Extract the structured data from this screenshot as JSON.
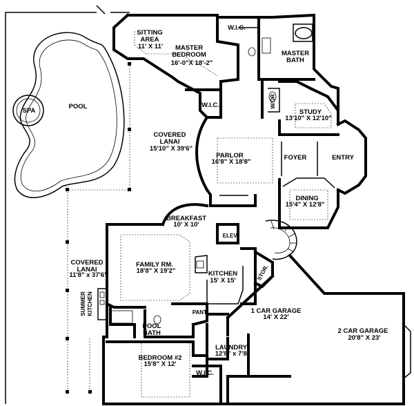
{
  "rooms": {
    "sitting_area": {
      "name": "SITTING\nAREA",
      "dims": "11' X 11'"
    },
    "master_bedroom": {
      "name": "MASTER\nBEDROOM",
      "dims": "16'-0\"X 18'-2\""
    },
    "wic_top": {
      "name": "W.I.C."
    },
    "master_bath": {
      "name": "MASTER\nBATH"
    },
    "wic_mid": {
      "name": "W.I.C."
    },
    "wdr": {
      "name": "W/DR"
    },
    "study": {
      "name": "STUDY",
      "dims": "13'10\" X 12'10\""
    },
    "pool": {
      "name": "POOL"
    },
    "spa": {
      "name": "SPA"
    },
    "covered_lanai_top": {
      "name": "COVERED\nLANAI",
      "dims": "15'10\" X 39'6\""
    },
    "parlor": {
      "name": "PARLOR",
      "dims": "16'8\" X 18'8\""
    },
    "foyer": {
      "name": "FOYER"
    },
    "entry": {
      "name": "ENTRY"
    },
    "dining": {
      "name": "DINING",
      "dims": "15'4\" X 12'8\""
    },
    "breakfast": {
      "name": "BREAKFAST",
      "dims": "10' X 10'"
    },
    "elev": {
      "name": "ELEV."
    },
    "covered_lanai_left": {
      "name": "COVERED\nLANAI",
      "dims": "11'8\" x 37'6\""
    },
    "family_rm": {
      "name": "FAMILY RM.",
      "dims": "18'8\" X 19'2\""
    },
    "kitchen": {
      "name": "KITCHEN",
      "dims": "15' X 15'"
    },
    "stor": {
      "name": "STOR."
    },
    "summer_kitchen": {
      "name": "SUMMER\nKITCHEN"
    },
    "one_car_garage": {
      "name": "1 CAR GARAGE",
      "dims": "14' X 22'"
    },
    "two_car_garage": {
      "name": "2 CAR GARAGE",
      "dims": "20'8\" X 23'"
    },
    "pool_bath": {
      "name": "POOL\nBATH"
    },
    "pant": {
      "name": "PANT."
    },
    "laundry": {
      "name": "LAUNDRY",
      "dims": "12'8\" x 7'8\""
    },
    "bedroom_2": {
      "name": "BEDROOM #2",
      "dims": "15'8\" X 12'"
    },
    "wic_bottom": {
      "name": "W.I.C."
    }
  }
}
